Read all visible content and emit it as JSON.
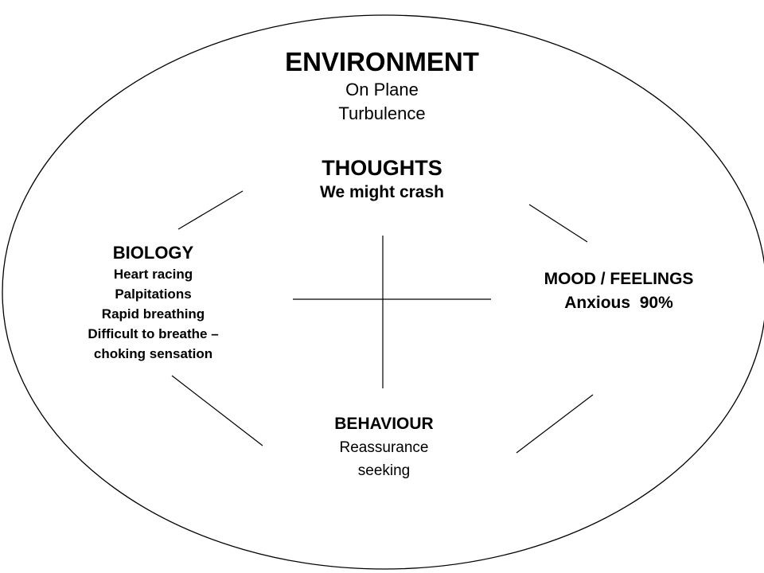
{
  "environment": {
    "title": "ENVIRONMENT",
    "lines": [
      "On Plane",
      "Turbulence"
    ]
  },
  "thoughts": {
    "title": "THOUGHTS",
    "lines": [
      "We might crash"
    ]
  },
  "biology": {
    "title": "BIOLOGY",
    "lines": [
      "Heart racing",
      "Palpitations",
      "Rapid breathing",
      "Difficult to breathe –",
      "choking sensation"
    ]
  },
  "mood": {
    "title": "MOOD / FEELINGS",
    "lines": [
      "Anxious  90%"
    ]
  },
  "behaviour": {
    "title": "BEHAVIOUR",
    "lines": [
      "Reassurance",
      "seeking"
    ]
  },
  "colors": {
    "background": "#ffffff",
    "stroke": "#000000",
    "text": "#000000"
  }
}
